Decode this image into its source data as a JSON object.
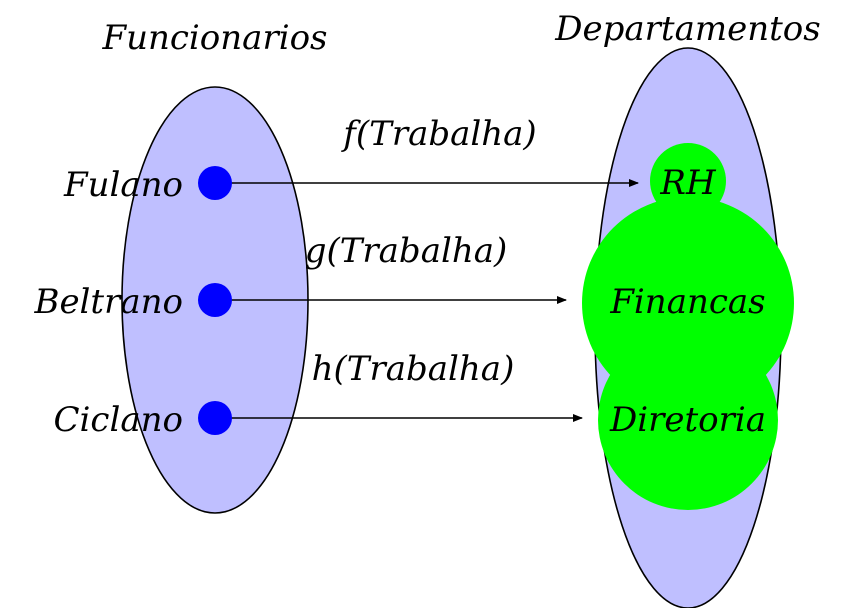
{
  "sets": {
    "left": {
      "title": "Funcionarios",
      "fill": "#bfbfff",
      "elements": [
        "Fulano",
        "Beltrano",
        "Ciclano"
      ]
    },
    "right": {
      "title": "Departamentos",
      "fill": "#bfbfff",
      "elements": [
        "RH",
        "Financas",
        "Diretoria"
      ]
    }
  },
  "mappings": [
    "f(Trabalha)",
    "g(Trabalha)",
    "h(Trabalha)"
  ],
  "colors": {
    "point": "#0000ff",
    "department": "#00ff00",
    "stroke": "#000000"
  }
}
